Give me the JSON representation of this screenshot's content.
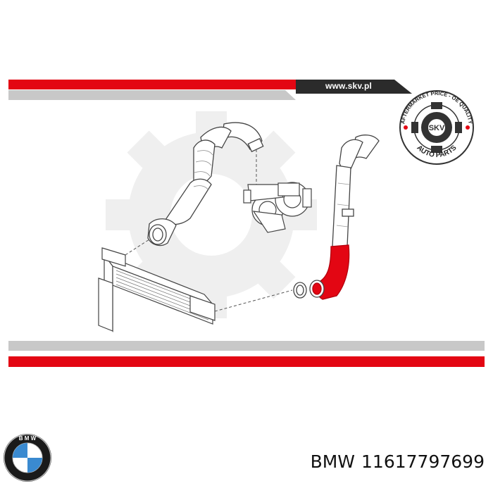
{
  "banner": {
    "website": "www.skv.pl"
  },
  "seal": {
    "top_text": "AFTERMARKET PRICE - OE QUALITY",
    "center_text": "SKV",
    "bottom_text": "AUTO PARTS"
  },
  "product": {
    "brand": "BMW",
    "part_number": "11617797699"
  },
  "colors": {
    "accent_red": "#e30613",
    "gray_band": "#c8c8c8",
    "dark_band": "#2b2b2b",
    "watermark_gray": "#efefef"
  }
}
